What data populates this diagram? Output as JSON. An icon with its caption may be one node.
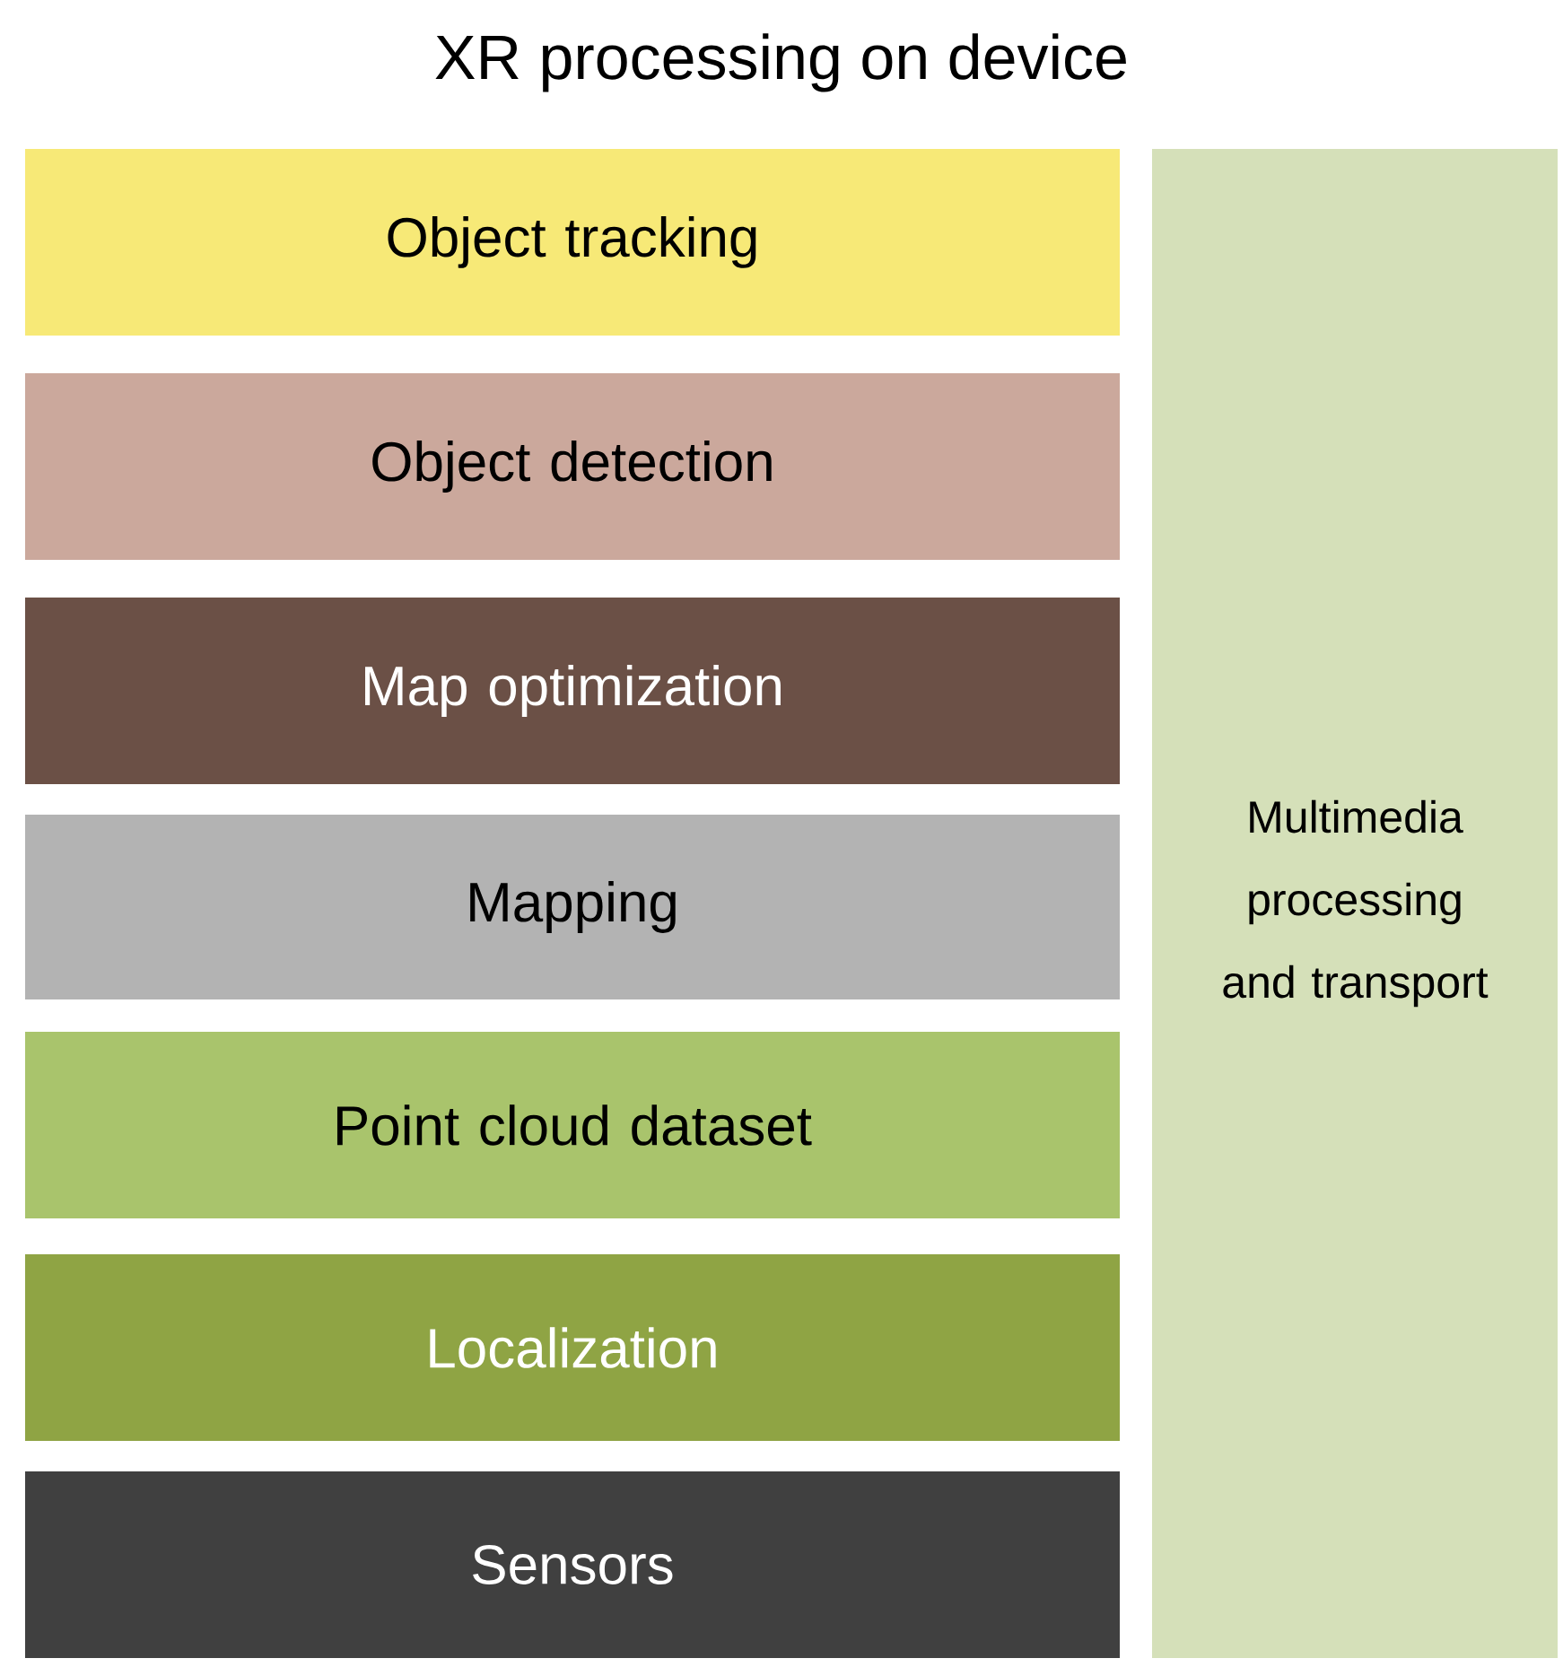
{
  "diagram": {
    "title": "XR processing on device",
    "nodes": [
      {
        "text": [
          "Object tracking"
        ]
      },
      {
        "text": [
          "Object detection"
        ]
      },
      {
        "text": [
          "Map optimization"
        ]
      },
      {
        "text": [
          "Mapping"
        ]
      },
      {
        "text": [
          "Point cloud dataset"
        ]
      },
      {
        "text": [
          "Localization"
        ]
      },
      {
        "text": [
          "Sensors"
        ]
      },
      {
        "text": [
          "Multimedia processing and transport"
        ]
      }
    ]
  }
}
